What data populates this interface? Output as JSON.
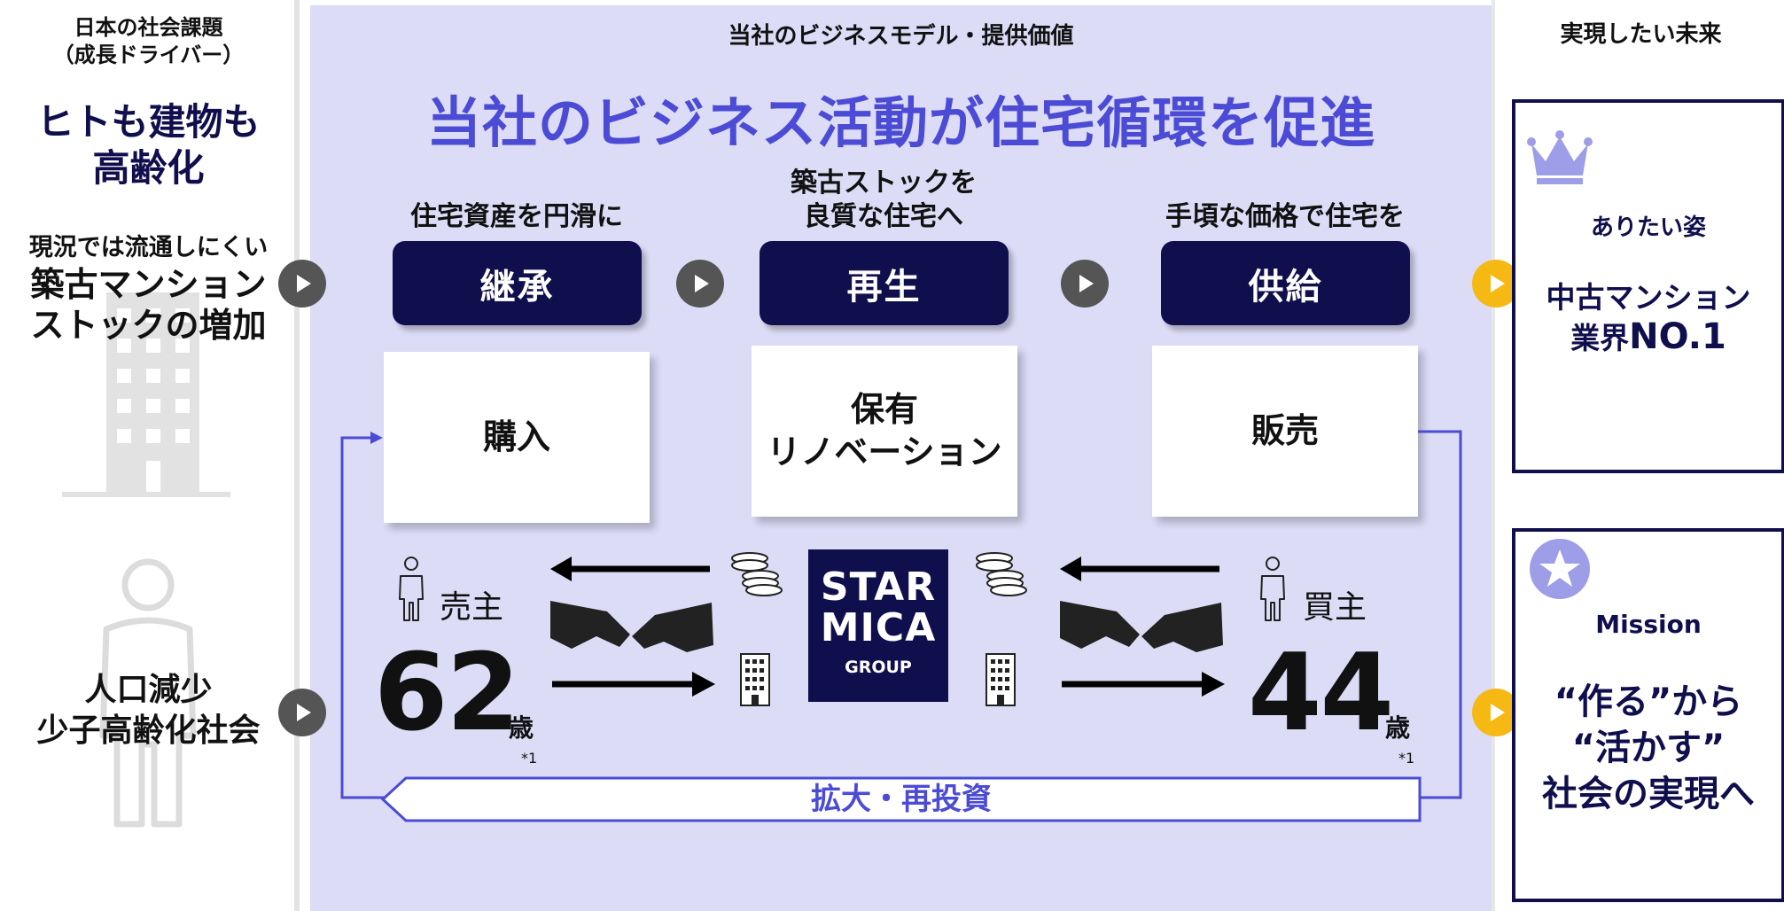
{
  "left": {
    "header_line1": "日本の社会課題",
    "header_line2": "（成長ドライバー）",
    "aging_line1": "ヒトも建物も",
    "aging_line2": "高齢化",
    "stock_small": "現況では流通しにくい",
    "stock_line1": "築古マンション",
    "stock_line2": "ストックの増加",
    "pop_line1": "人口減少",
    "pop_line2": "少子高齢化社会"
  },
  "center": {
    "header": "当社のビジネスモデル・提供価値",
    "title": "当社のビジネス活動が住宅循環を促進",
    "steps": [
      {
        "caption_lines": [
          "住宅資産を円滑に"
        ],
        "button": "継承",
        "card_lines": [
          "購入"
        ]
      },
      {
        "caption_lines": [
          "築古ストックを",
          "良質な住宅へ"
        ],
        "button": "再生",
        "card_lines": [
          "保有",
          "リノベーション"
        ]
      },
      {
        "caption_lines": [
          "手頃な価格で住宅を"
        ],
        "button": "供給",
        "card_lines": [
          "販売"
        ]
      }
    ],
    "seller_label": "売主",
    "buyer_label": "買主",
    "seller_age": "62",
    "buyer_age": "44",
    "age_unit": "歳",
    "footnote": "*1",
    "logo_line1": "STAR",
    "logo_line2": "MICA",
    "logo_line3": "GROUP",
    "loop_label": "拡大・再投資"
  },
  "right": {
    "header": "実現したい未来",
    "vision_title": "ありたい姿",
    "vision_line1": "中古マンション",
    "vision_line2a": "業界",
    "vision_line2b": "NO.1",
    "mission_title": "Mission",
    "mission_line1": "“作る”から",
    "mission_line2": "“活かす”",
    "mission_line3": "社会の実現へ"
  },
  "colors": {
    "navy": "#100f4d",
    "purple": "#4b4bd6",
    "panel_bg": "#dcdcf7",
    "accent_yellow": "#f6b913",
    "icon_lavender": "#9e9ee8"
  }
}
